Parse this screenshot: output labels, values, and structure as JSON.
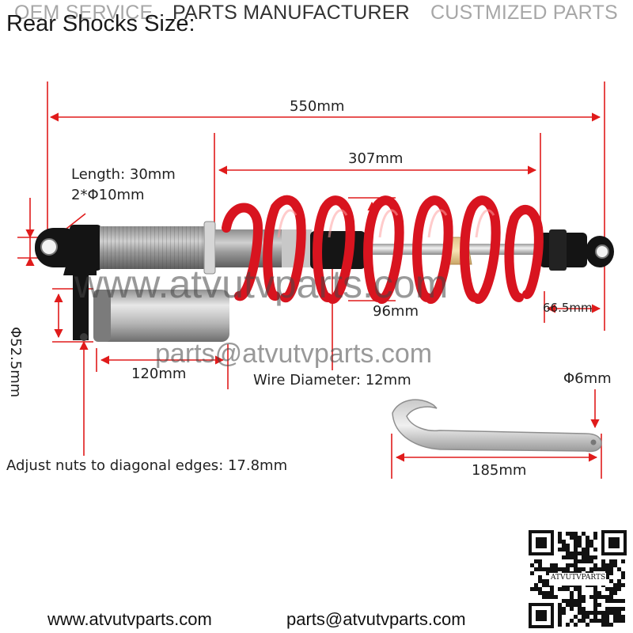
{
  "header": {
    "oem_service": "OEM SERVICE",
    "parts_manufacturer": "PARTS MANUFACTURER",
    "customized_parts": "CUSTMIZED PARTS"
  },
  "title": "Rear Shocks Size:",
  "dimensions": {
    "overall_length": "550mm",
    "spring_length": "307mm",
    "eyelet_length": "Length: 30mm",
    "eyelet_bore": "2*Φ10mm",
    "reservoir_diameter": "Φ52.5mm",
    "reservoir_length": "120mm",
    "spring_od": "96mm",
    "end_width": "66.5mm",
    "wire_diameter": "Wire Diameter: 12mm",
    "wrench_pin": "Φ6mm",
    "wrench_length": "185mm",
    "adjust_nuts": "Adjust nuts to diagonal edges: 17.8mm"
  },
  "watermarks": {
    "site": "www.atvutvparts.com",
    "email": "parts@atvutvparts.com"
  },
  "qr": {
    "caption": "ATVUTVPARTS"
  },
  "footer": {
    "website": "www.atvutvparts.com",
    "email": "parts@atvutvparts.com"
  },
  "colors": {
    "dimension_line": "#e01b1b",
    "spring": "#d8141f",
    "body_black": "#141414",
    "reservoir": "#b9b9b9",
    "shaft": "#d9d9d9"
  },
  "icons": {
    "shock": "rear-shock-absorber-illustration",
    "wrench": "spanner-wrench-illustration",
    "qr": "qr-code"
  }
}
